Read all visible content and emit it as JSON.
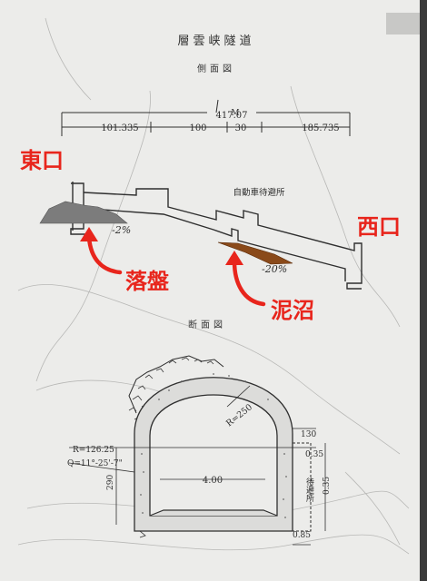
{
  "title": "層雲峡隧道",
  "side_view_label": "側面図",
  "section_view_label": "断面図",
  "dimensions": {
    "total": "417.07",
    "total_m": "M",
    "seg1": "101.335",
    "seg2": "100",
    "seg3": "30",
    "seg4": "185.735"
  },
  "grade_left": "-2%",
  "grade_right": "-20%",
  "passing_place": "自動車待避所",
  "section": {
    "radius_small": "R=126.25",
    "angle": "Q=11°-25'-7\"",
    "radius_large": "R=250",
    "width": "4.00",
    "height": "290",
    "dim_130": "130",
    "dim_035a": "0.35",
    "dim_035b": "0.35",
    "dim_085": "0.85",
    "refuge": "待避所"
  },
  "annotations": {
    "east_portal": "東口",
    "west_portal": "西口",
    "rockfall": "落盤",
    "mud": "泥沼"
  },
  "colors": {
    "paper": "#ececea",
    "ink": "#2f2f2f",
    "annotation_red": "#e8251c",
    "rubble_gray": "#7c7c7c",
    "mud_brown": "#8a4a1a"
  }
}
